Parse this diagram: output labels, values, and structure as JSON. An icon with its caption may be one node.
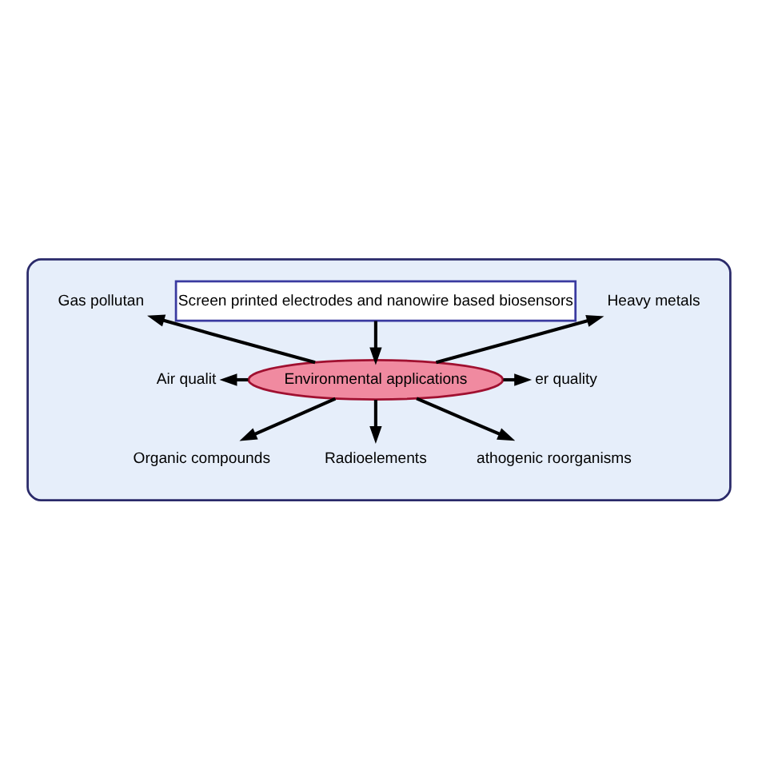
{
  "diagram": {
    "nodes": [
      {
        "text": [],
        "shape": "ellipse"
      },
      {
        "text": [
          "Screen printed electrodes and nanowire based biosensors"
        ],
        "in": 0
      },
      {
        "text": [
          "Environmental applications"
        ],
        "in": 0
      },
      {
        "text": [
          "Heavy metals"
        ],
        "in": 0
      },
      {
        "text": [
          "Gas pollutan"
        ],
        "in": 0
      },
      {
        "text": [
          "er quality"
        ],
        "in": 0
      },
      {
        "text": [
          "Air qualit"
        ],
        "in": 0
      },
      {
        "text": [
          "athogenic roorganisms"
        ],
        "in": 0
      },
      {
        "text": [
          "Organic compounds"
        ],
        "in": 0
      },
      {
        "text": [
          "Radioelements"
        ],
        "in": 0
      }
    ],
    "edges": [
      {
        "from": 1,
        "to": 2,
        "arrow": "to"
      },
      {
        "from": 2,
        "to": 3,
        "arrow": "to"
      },
      {
        "from": 2,
        "to": 4,
        "arrow": "to"
      },
      {
        "from": 2,
        "to": 5,
        "arrow": "to"
      },
      {
        "from": 2,
        "to": 6,
        "arrow": "to"
      },
      {
        "from": 2,
        "to": 7,
        "arrow": "to"
      },
      {
        "from": 2,
        "to": 8,
        "arrow": "to"
      },
      {
        "from": 2,
        "to": 9,
        "arrow": "to"
      }
    ]
  }
}
